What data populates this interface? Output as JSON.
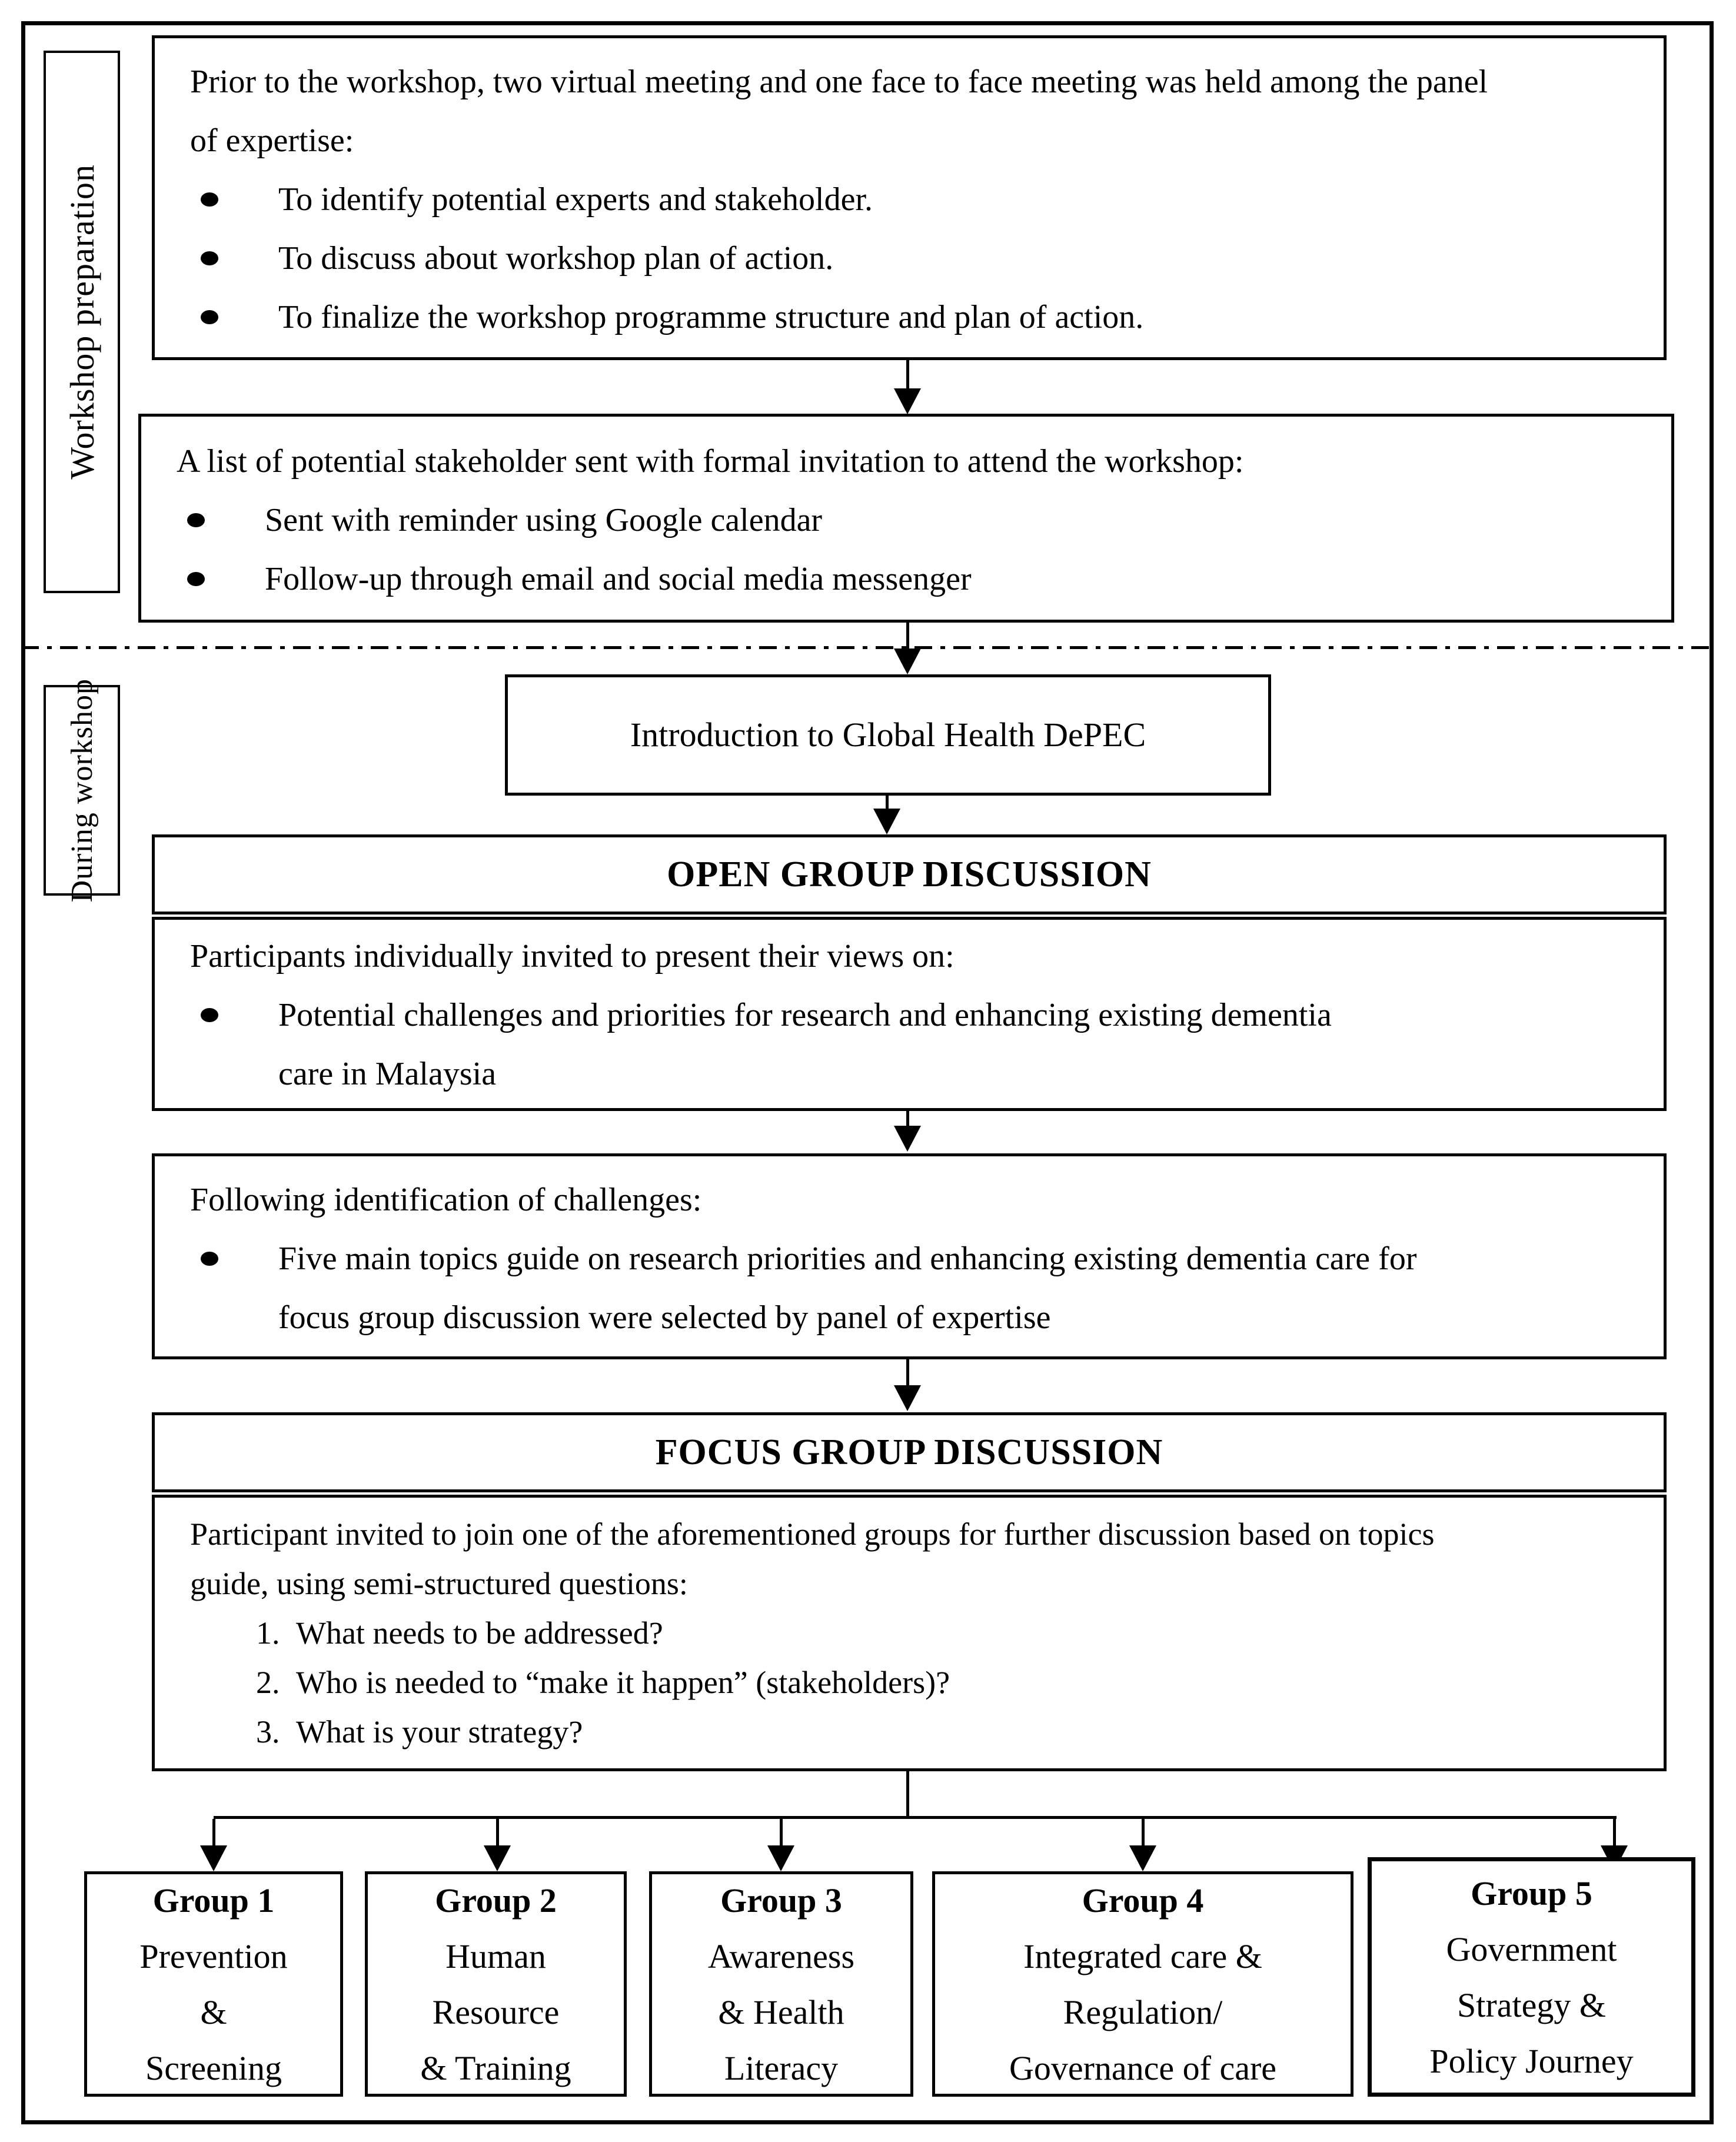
{
  "diagram": {
    "colors": {
      "ink": "#000000",
      "background": "#ffffff"
    },
    "sidebar": {
      "phase1": "Workshop preparation",
      "phase2": "During workshop"
    },
    "prep_box1": {
      "intro": "Prior to the workshop, two virtual meeting and one face to face meeting was held among the panel of expertise:",
      "bullets": [
        "To identify potential experts and stakeholder.",
        "To discuss about workshop plan of action.",
        "To finalize the workshop programme structure and plan of action."
      ]
    },
    "prep_box2": {
      "intro": "A list of potential stakeholder sent with formal invitation to attend the workshop:",
      "bullets": [
        "Sent with reminder using Google calendar",
        "Follow-up through email and social media messenger"
      ]
    },
    "intro_box": {
      "label": "Introduction to Global Health DePEC"
    },
    "open_group": {
      "title": "OPEN GROUP DISCUSSION",
      "intro": "Participants individually invited to present their views on:",
      "bullets": [
        "Potential challenges and priorities for research and enhancing existing dementia care in Malaysia"
      ]
    },
    "challenges_box": {
      "intro": "Following identification of challenges:",
      "bullets": [
        "Five main topics guide on research priorities and enhancing existing dementia care for focus group discussion were selected by panel of expertise"
      ]
    },
    "focus_group": {
      "title": "FOCUS GROUP DISCUSSION",
      "intro": "Participant invited to join one of the aforementioned groups for further discussion based on topics guide, using semi-structured questions:",
      "questions": [
        "What needs to be addressed?",
        "Who is needed to “make it happen” (stakeholders)?",
        "What is your strategy?"
      ]
    },
    "groups": [
      {
        "title": "Group 1",
        "lines": [
          "Prevention",
          "&",
          "Screening"
        ]
      },
      {
        "title": "Group 2",
        "lines": [
          "Human",
          "Resource",
          "& Training"
        ]
      },
      {
        "title": "Group 3",
        "lines": [
          "Awareness",
          "& Health",
          "Literacy"
        ]
      },
      {
        "title": "Group 4",
        "lines": [
          "Integrated care &",
          "Regulation/",
          "Governance of care"
        ]
      },
      {
        "title": "Group 5",
        "lines": [
          "Government",
          "Strategy &",
          "Policy Journey"
        ]
      }
    ]
  }
}
